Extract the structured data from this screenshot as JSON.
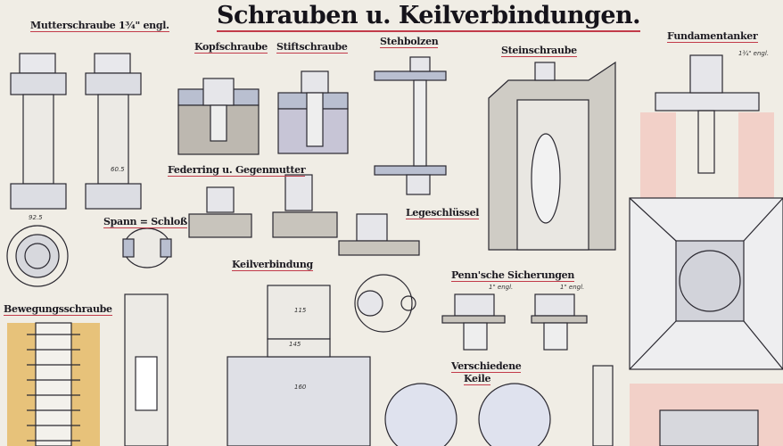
{
  "title": "Schrauben u. Keilverbindungen.",
  "labels": {
    "mutterschraube": "Mutterschraube 1¾\" engl.",
    "kopfschraube": "Kopfschraube",
    "stiftschraube": "Stiftschraube",
    "stehbolzen": "Stehbolzen",
    "steinschraube": "Steinschraube",
    "fundamentanker": "Fundamentanker",
    "federring": "Federring u. Gegenmutter",
    "spannschloss": "Spann = Schloß",
    "legeschluessel": "Legeschlüssel",
    "keilverbindung": "Keilverbindung",
    "bewegungsschraube": "Bewegungsschraube",
    "penn": "Penn'sche Sicherungen",
    "keile_1": "Verschiedene",
    "keile_2": "Keile"
  },
  "notes": {
    "engl_1": "1\" engl.",
    "engl_2": "1\" engl.",
    "fund_engl": "1¾\" engl.",
    "dim_1": "92.5",
    "dim_2": "60.5",
    "dim_3": "145",
    "dim_4": "160",
    "dim_5": "115"
  },
  "colors": {
    "paper": "#f0ede5",
    "ink": "#1d1b22",
    "accent": "#c23b4a",
    "steel": "#c9ccd6",
    "flesh": "#e7c27a",
    "wall": "#b7b3ab"
  }
}
